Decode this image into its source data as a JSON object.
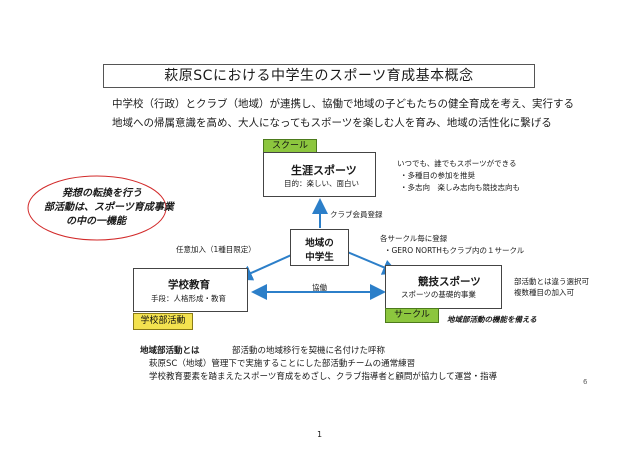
{
  "title": "萩原SCにおける中学生のスポーツ育成基本概念",
  "intro": {
    "line1": "中学校（行政）とクラブ（地域）が連携し、協働で地域の子どもたちの健全育成を考え、実行する",
    "line2": "地域への帰属意識を高め、大人になってもスポーツを楽しむ人を育み、地域の活性化に繋げる"
  },
  "ellipse": {
    "line1": "発想の転換を行う",
    "line2": "部活動は、スポーツ育成事業",
    "line3": "の中の一機能"
  },
  "lifelong": {
    "tag": "スクール",
    "title": "生涯スポーツ",
    "subtitle": "目的：楽しい、面白い",
    "notes": [
      "いつでも、誰でもスポーツができる",
      "・多種目の参加を推奨",
      "・多志向　楽しみ志向も競技志向も"
    ]
  },
  "center": {
    "line1": "地域の",
    "line2": "中学生"
  },
  "school": {
    "title": "学校教育",
    "subtitle": "手段：人格形成・教育",
    "tag": "学校部活動",
    "label_above": "任意加入（1種目限定）"
  },
  "competitive": {
    "tag": "サークル",
    "title": "競技スポーツ",
    "subtitle": "スポーツの基礎的事業",
    "notes": [
      "部活動とは違う選択可",
      "複数種目の加入可"
    ],
    "caption": "地域部活動の機能を備える"
  },
  "labels": {
    "club_member": "クラブ会員登録",
    "circle_reg": "各サークル毎に登録",
    "gero_north": "・GERO NORTHもクラブ内の１サークル",
    "cooperation": "協働"
  },
  "footer": {
    "heading": "地域部活動とは",
    "heading_desc": "部活動の地域移行を契機に名付けた呼称",
    "line2": "萩原SC（地域）管理下で実施することにした部活動チームの通常練習",
    "line3": "学校教育要素を踏まえたスポーツ育成をめざし、クラブ指導者と顧問が協力して運営・指導"
  },
  "page_number": "1",
  "side_number": "6",
  "colors": {
    "green_tag": "#8cc63e",
    "yellow_tag": "#f3e24f",
    "ellipse_border": "#d22a2a"
  }
}
